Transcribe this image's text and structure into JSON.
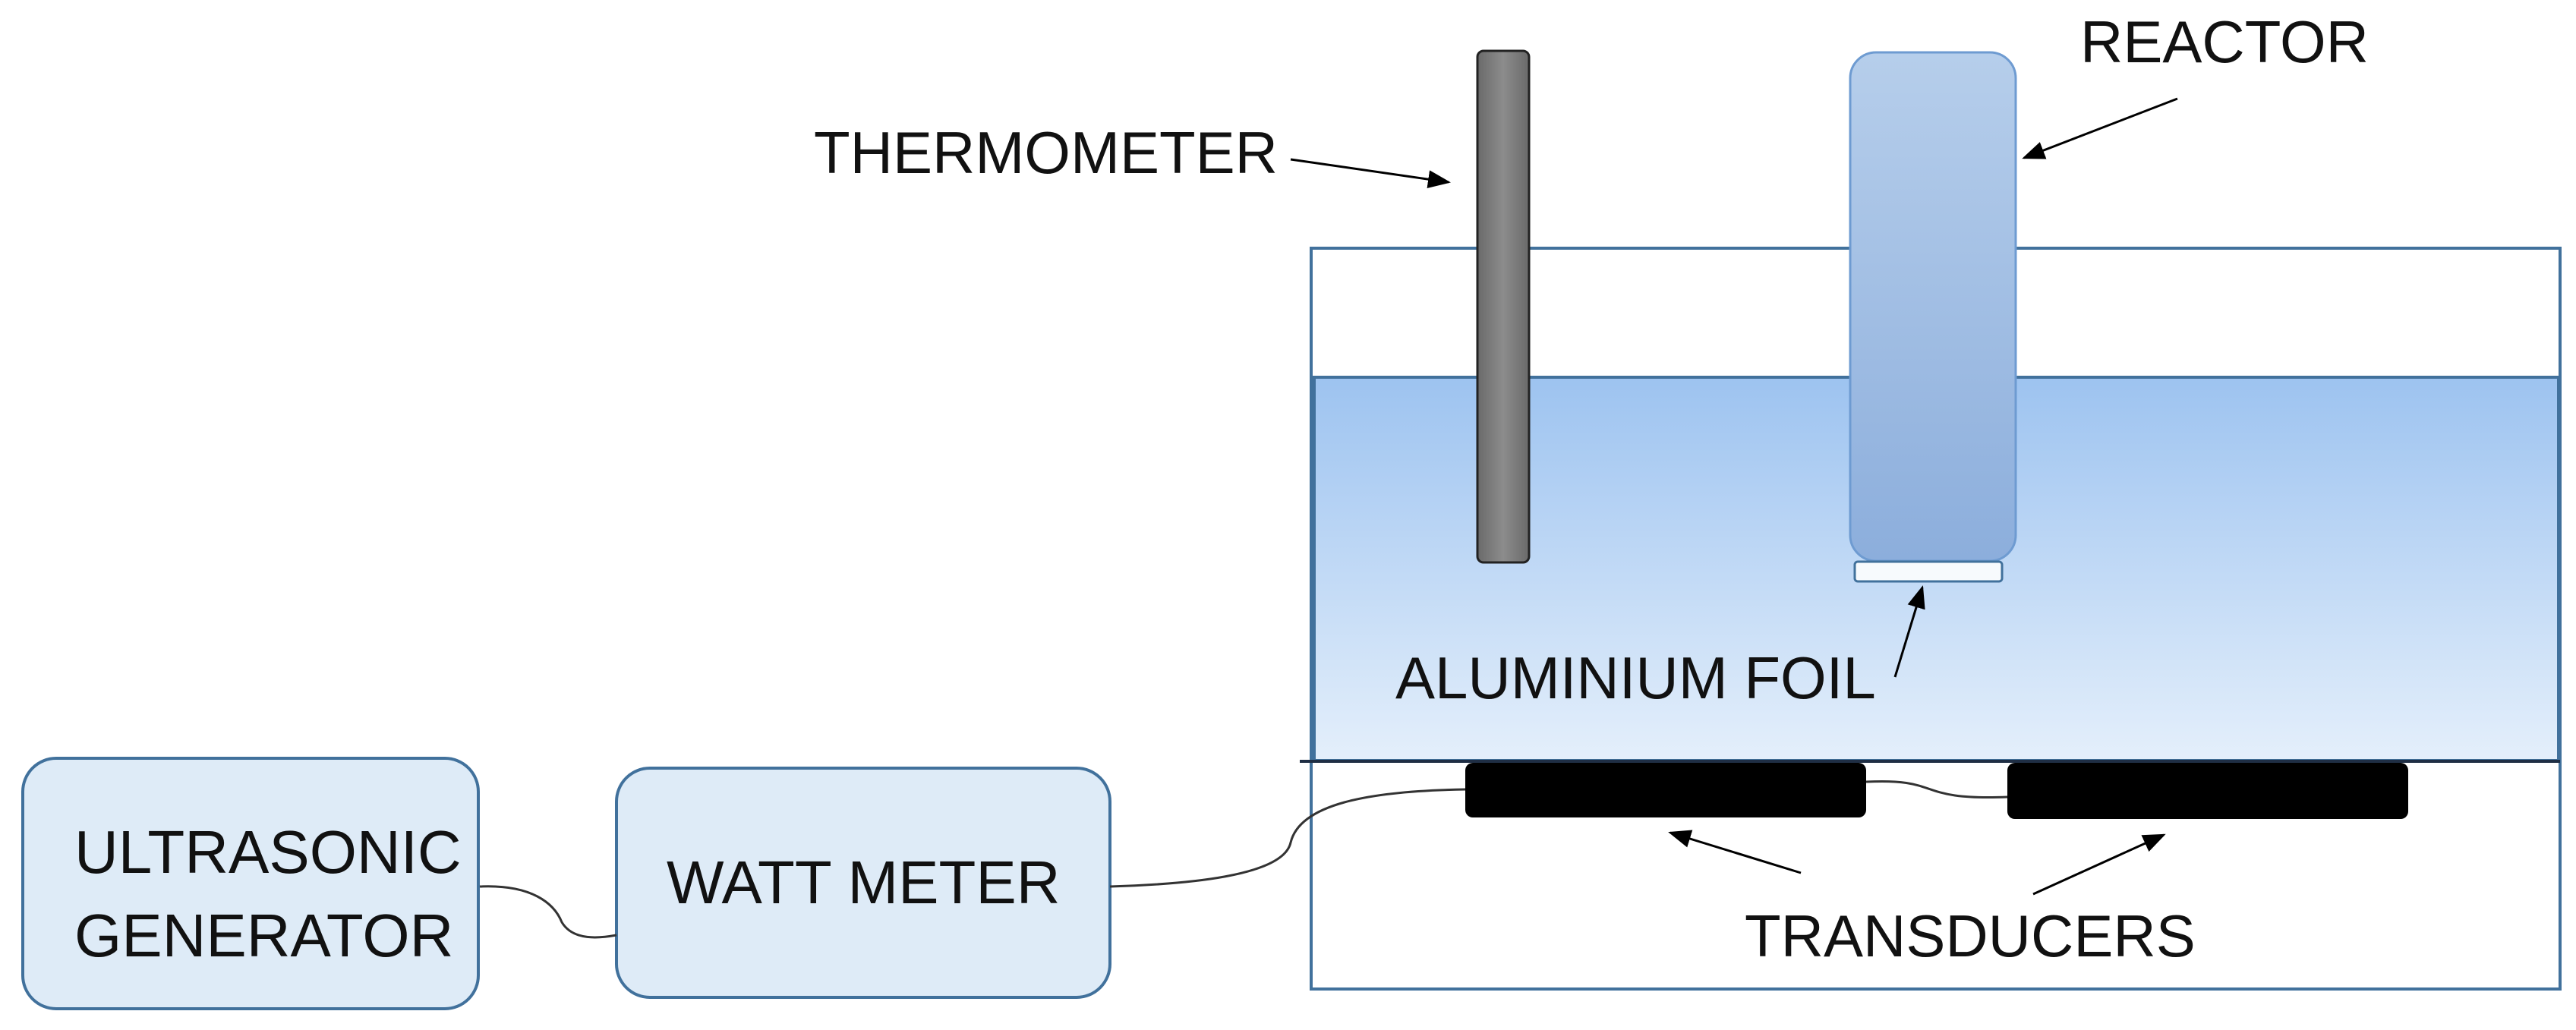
{
  "labels": {
    "thermometer": "THERMOMETER",
    "reactor": "REACTOR",
    "aluminium_foil": "ALUMINIUM FOIL",
    "transducers": "TRANSDUCERS",
    "watt_meter": "WATT METER",
    "ultrasonic_generator_line1": "ULTRASONIC",
    "ultrasonic_generator_line2": "GENERATOR"
  },
  "colors": {
    "box_stroke": "#41719C",
    "box_fill": "#DEEBF7",
    "water_top": "#9DC3F0",
    "water_bottom": "#DDEBFA",
    "reactor_top": "#B4CDEA",
    "reactor_bottom": "#8FB1DD",
    "thermometer_fill": "#767676",
    "transducer_fill": "#000000",
    "wire": "#333333"
  }
}
